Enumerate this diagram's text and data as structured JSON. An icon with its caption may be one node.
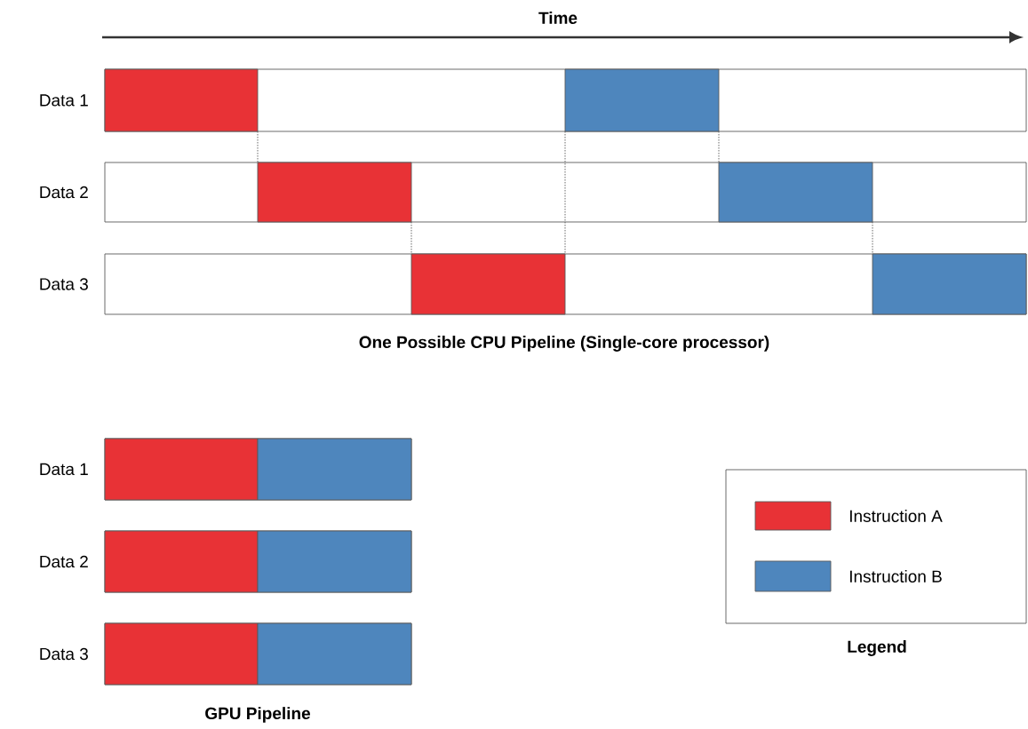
{
  "diagram": {
    "nodes": [
      {
        "text": [],
        "shape": "bar",
        "beside": [
          "Data 1"
        ]
      },
      {
        "text": [],
        "shape": "bar",
        "in": 0
      },
      {
        "text": [],
        "shape": "bar",
        "in": 0
      },
      {
        "text": [],
        "shape": "bar",
        "beside": [
          "Data 2"
        ]
      },
      {
        "text": [],
        "shape": "bar",
        "in": 3
      },
      {
        "text": [],
        "shape": "bar",
        "in": 3
      },
      {
        "text": [],
        "shape": "bar",
        "beside": [
          "Data 3"
        ]
      },
      {
        "text": [],
        "shape": "bar",
        "in": 6
      },
      {
        "text": [],
        "shape": "bar",
        "in": 6
      },
      {
        "text": [],
        "shape": "bar",
        "beside": [
          "Data 1"
        ]
      },
      {
        "text": [],
        "shape": "bar",
        "in": 9
      },
      {
        "text": [],
        "shape": "bar",
        "in": 9
      },
      {
        "text": [],
        "shape": "bar",
        "beside": [
          "Data 2"
        ]
      },
      {
        "text": [],
        "shape": "bar",
        "in": 12
      },
      {
        "text": [],
        "shape": "bar",
        "in": 12
      },
      {
        "text": [],
        "shape": "bar",
        "beside": [
          "Data 3"
        ]
      },
      {
        "text": [],
        "shape": "bar",
        "in": 15
      },
      {
        "text": [],
        "shape": "bar",
        "in": 15
      }
    ],
    "edges": [
      {
        "from": 1,
        "to": 4,
        "arrow": "none",
        "style": "dashed"
      },
      {
        "from": 4,
        "to": 7,
        "arrow": "none",
        "style": "dashed"
      },
      {
        "from": 2,
        "to": 7,
        "arrow": "none",
        "style": "dashed"
      },
      {
        "from": 2,
        "to": 5,
        "arrow": "none",
        "style": "dashed"
      },
      {
        "from": 5,
        "to": 8,
        "arrow": "none",
        "style": "dashed"
      }
    ],
    "labels": [
      "Time",
      "One Possible CPU Pipeline (Single-core processor)",
      "Legend",
      "GPU Pipeline"
    ],
    "legend": [
      {
        "text": "Instruction A",
        "color": "#e83236"
      },
      {
        "text": "Instruction B",
        "color": "#4e86bd"
      }
    ]
  }
}
